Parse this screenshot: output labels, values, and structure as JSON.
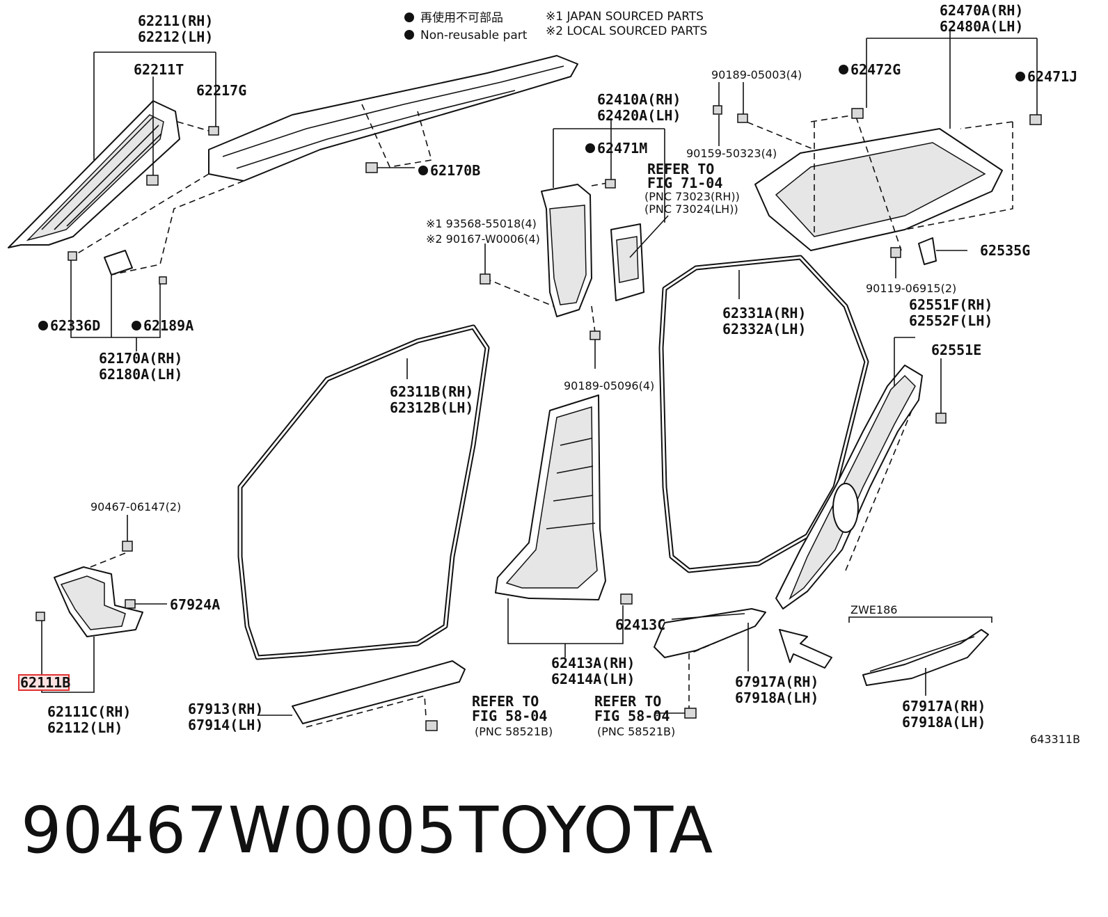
{
  "legend": {
    "item1_jp": "再使用不可部品",
    "item1_en": "Non-reusable part",
    "note1": "※1 JAPAN SOURCED PARTS",
    "note2": "※2 LOCAL SOURCED PARTS"
  },
  "labels": {
    "p62211": "62211(RH)",
    "p62212": "62212(LH)",
    "p62211T": "62211T",
    "p62217G": "62217G",
    "p62170B": "62170B",
    "p62336D": "62336D",
    "p62189A": "62189A",
    "p62170A": "62170A(RH)",
    "p62180A": "62180A(LH)",
    "p62410A": "62410A(RH)",
    "p62420A": "62420A(LH)",
    "p62471M": "62471M",
    "refer1_a": "REFER TO",
    "refer1_b": "FIG 71-04",
    "refer1_c": "(PNC 73023(RH))",
    "refer1_d": "(PNC 73024(LH))",
    "p93568": "※1 93568-55018(4)",
    "p90167": "※2 90167-W0006(4)",
    "p90189_05096": "90189-05096(4)",
    "p90189_05003": "90189-05003(4)",
    "p62472G": "62472G",
    "p62470A": "62470A(RH)",
    "p62480A": "62480A(LH)",
    "p62471J": "62471J",
    "p90159": "90159-50323(4)",
    "p62535G": "62535G",
    "p90119": "90119-06915(2)",
    "p62331A": "62331A(RH)",
    "p62332A": "62332A(LH)",
    "p62551F": "62551F(RH)",
    "p62552F": "62552F(LH)",
    "p62551E": "62551E",
    "p62311B": "62311B(RH)",
    "p62312B": "62312B(LH)",
    "p90467": "90467-06147(2)",
    "p67924A": "67924A",
    "p62111B": "62111B",
    "p62111C": "62111C(RH)",
    "p62112": "62112(LH)",
    "p67913": "67913(RH)",
    "p67914": "67914(LH)",
    "refer2_a": "REFER TO",
    "refer2_b": "FIG 58-04",
    "refer2_c": "(PNC 58521B)",
    "refer3_a": "REFER TO",
    "refer3_b": "FIG 58-04",
    "refer3_c": "(PNC 58521B)",
    "p62413C": "62413C",
    "p62413A": "62413A(RH)",
    "p62414A": "62414A(LH)",
    "p67917A_1": "67917A(RH)",
    "p67918A_1": "67918A(LH)",
    "zwe": "ZWE186",
    "p67917A_2": "67917A(RH)",
    "p67918A_2": "67918A(LH)",
    "drawing_no": "643311B"
  },
  "footer": {
    "part_number": "90467W0005",
    "brand": "TOYOTA"
  },
  "highlight_color": "#e0302e"
}
